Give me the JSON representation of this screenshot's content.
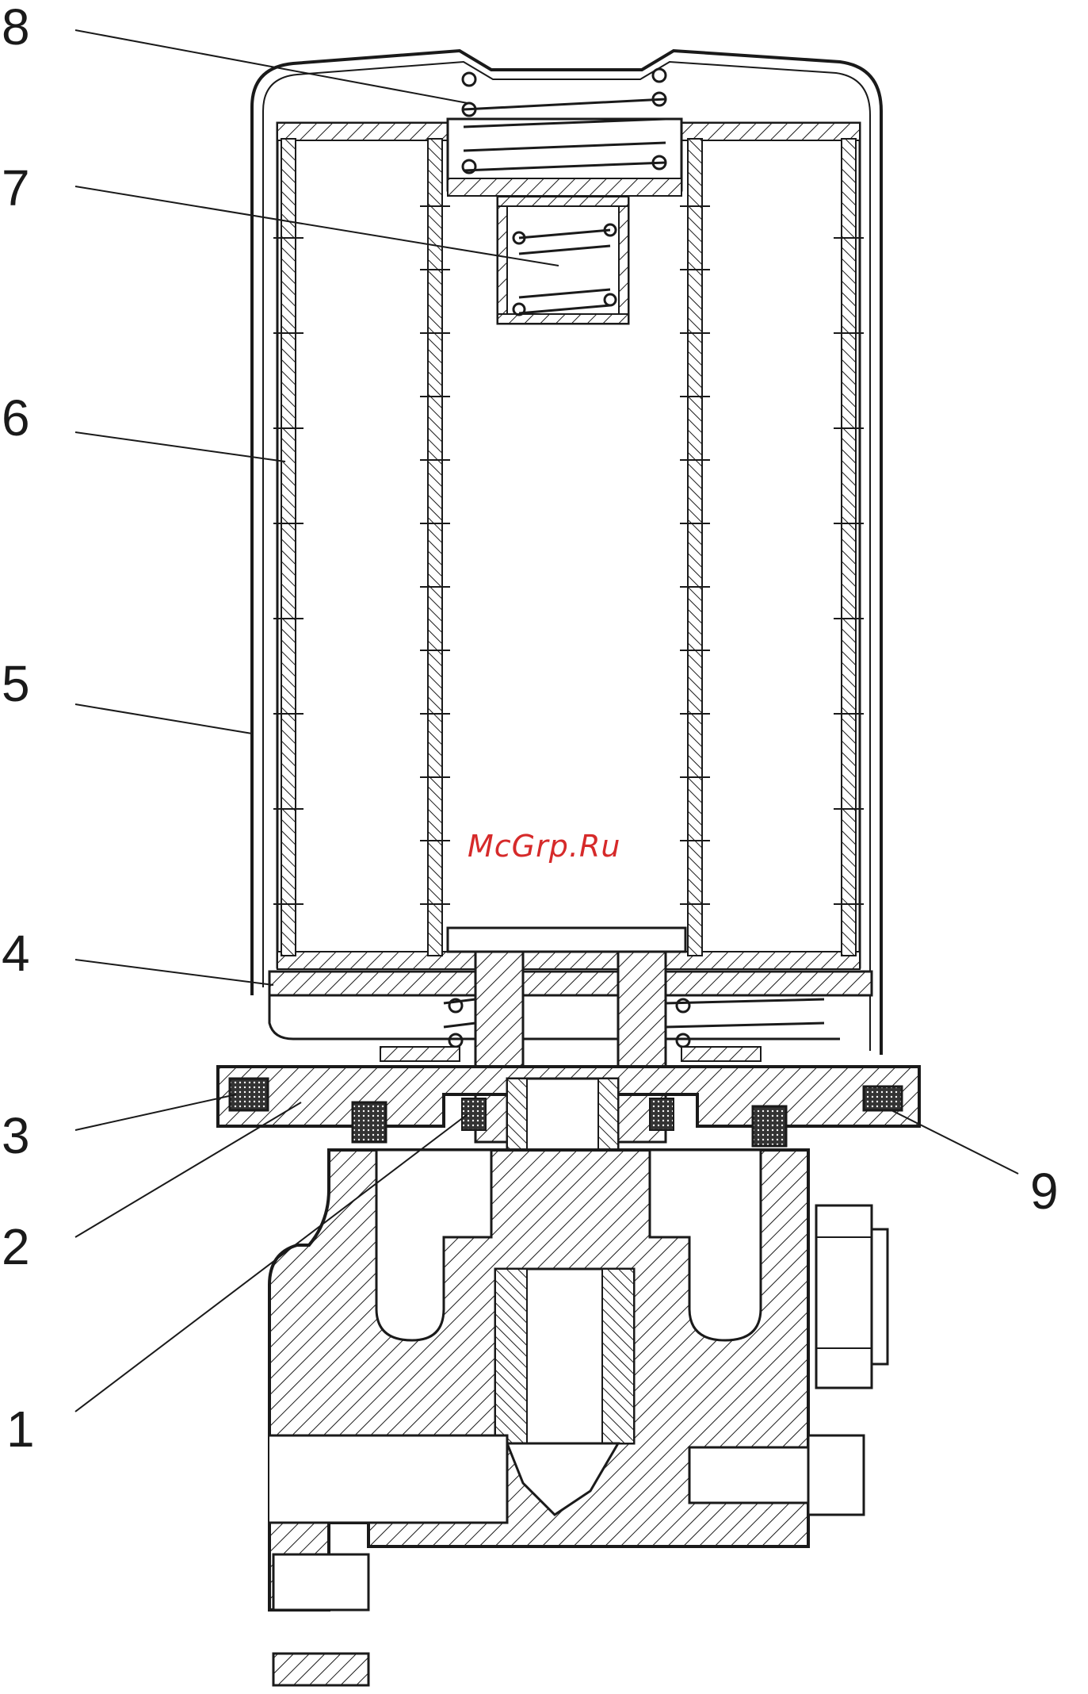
{
  "callouts": {
    "c8": "8",
    "c7": "7",
    "c6": "6",
    "c5": "5",
    "c4": "4",
    "c3": "3",
    "c2": "2",
    "c1": "1",
    "c9": "9"
  },
  "watermark": "McGrp.Ru",
  "colors": {
    "line": "#1a1a1a",
    "watermark": "#d62a2a",
    "background": "#ffffff"
  }
}
